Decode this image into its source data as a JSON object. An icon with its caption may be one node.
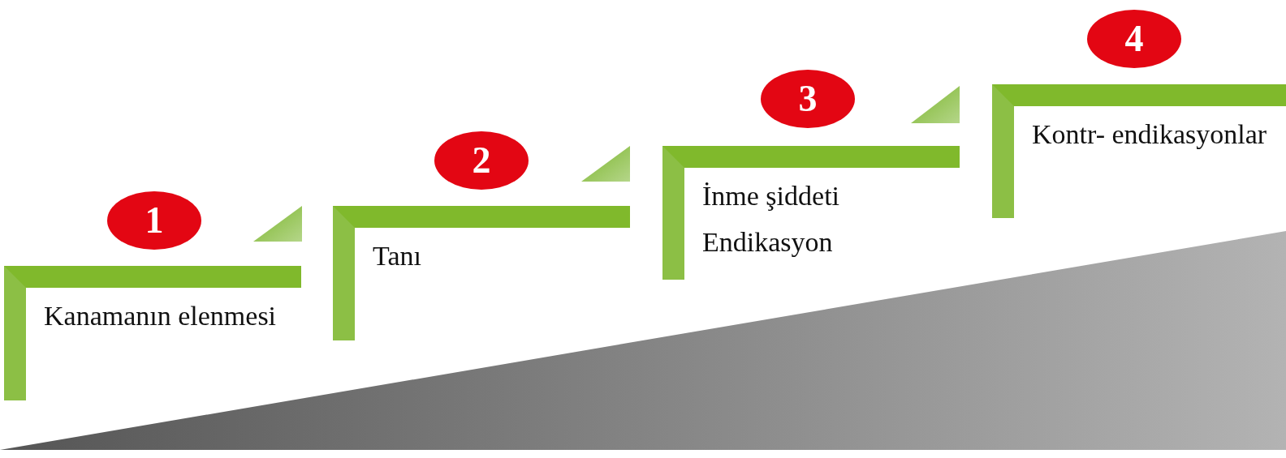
{
  "diagram": {
    "nodes": [
      {
        "text": [
          "1"
        ]
      },
      {
        "text": [
          "Kanamanın elenmesi"
        ]
      },
      {
        "text": [
          "2"
        ]
      },
      {
        "text": [
          "Tanı"
        ]
      },
      {
        "text": [
          "3"
        ]
      },
      {
        "text": [
          "İnme şiddeti",
          "Endikasyon"
        ]
      },
      {
        "text": [
          "4"
        ]
      },
      {
        "text": [
          "Kontr- endikasyonlar"
        ]
      }
    ]
  }
}
